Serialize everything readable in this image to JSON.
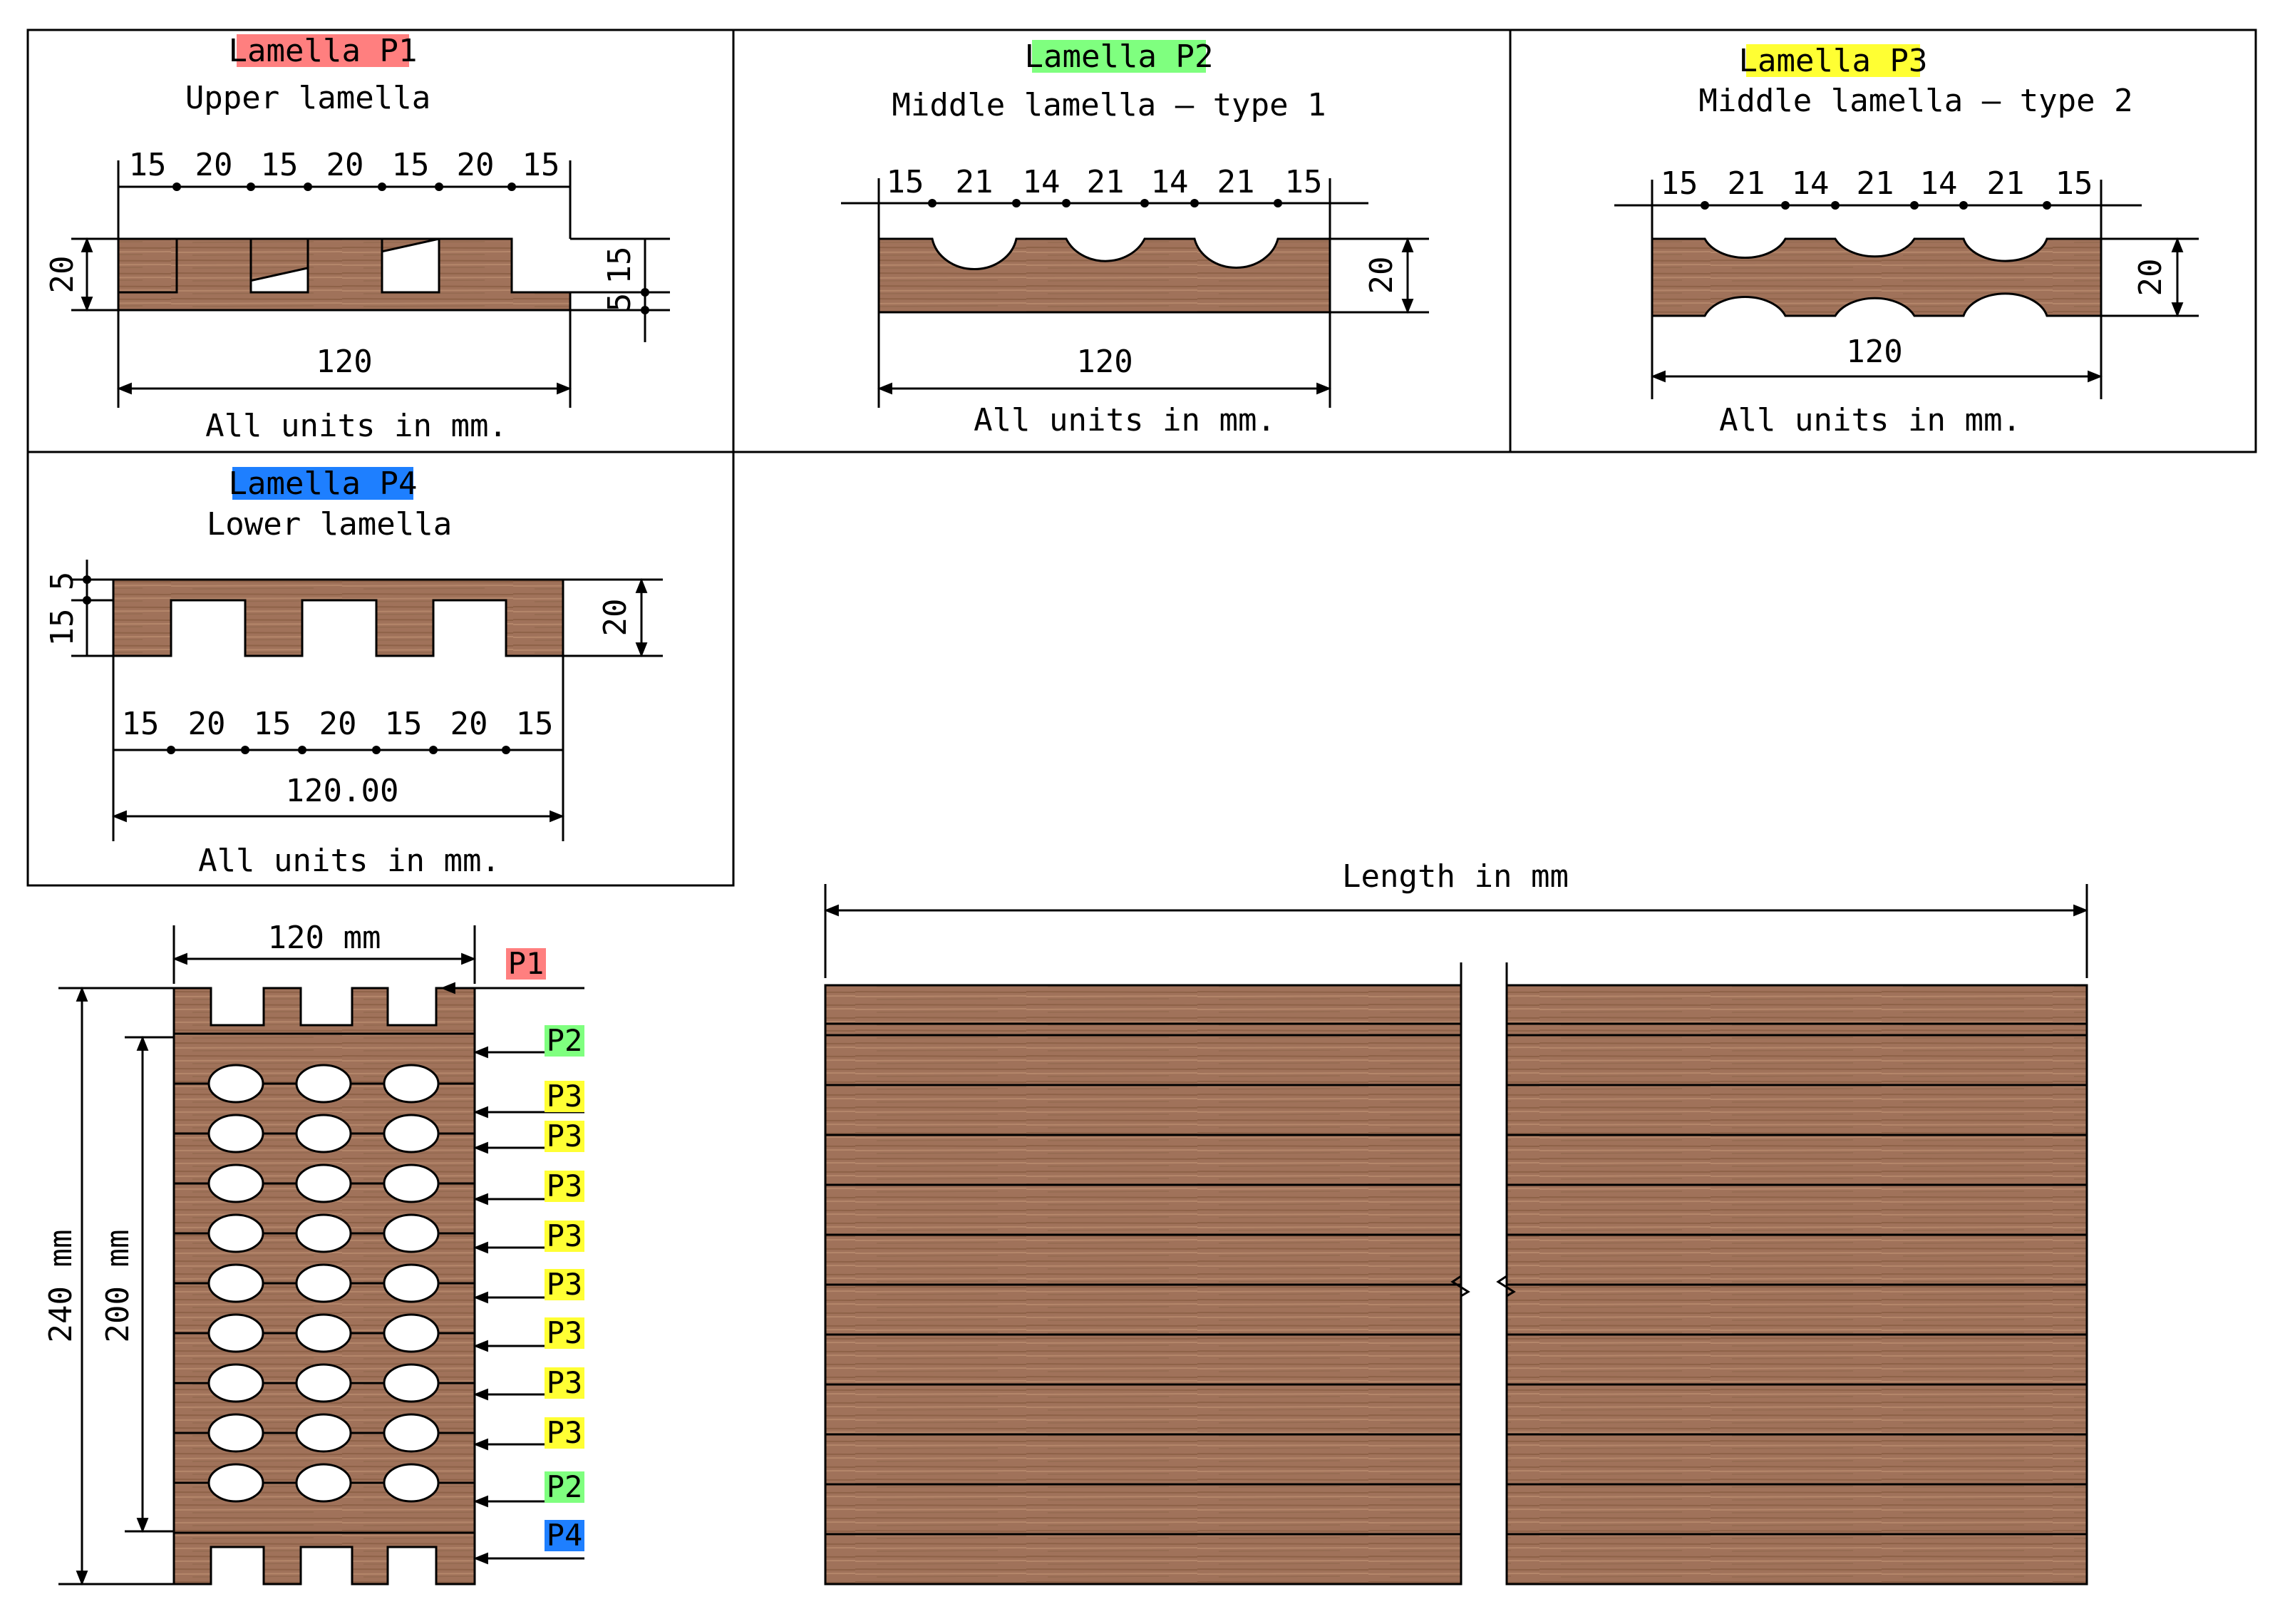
{
  "colors": {
    "p1": "#ff7f7f",
    "p2": "#7fff7f",
    "p3": "#ffff33",
    "p4": "#1e7fff",
    "wood": "#a0725a",
    "wood_light": "#b88a6e",
    "line": "#000000"
  },
  "panel_p1": {
    "tag": "Lamella P1",
    "subtitle": "Upper lamella",
    "top_dims": [
      "15",
      "20",
      "15",
      "20",
      "15",
      "20",
      "15"
    ],
    "width": "120",
    "left_height": "20",
    "right_dims": [
      "15",
      "5"
    ],
    "units": "All units in mm."
  },
  "panel_p2": {
    "tag": "Lamella P2",
    "subtitle": "Middle lamella – type 1",
    "top_dims": [
      "15",
      "21",
      "14",
      "21",
      "14",
      "21",
      "15"
    ],
    "width": "120",
    "right_height": "20",
    "units": "All units in mm."
  },
  "panel_p3": {
    "tag": "Lamella P3",
    "subtitle": "Middle lamella – type 2",
    "top_dims": [
      "15",
      "21",
      "14",
      "21",
      "14",
      "21",
      "15"
    ],
    "width": "120",
    "right_height": "20",
    "units": "All units in mm."
  },
  "panel_p4": {
    "tag": "Lamella P4",
    "subtitle": "Lower lamella",
    "bottom_dims": [
      "15",
      "20",
      "15",
      "20",
      "15",
      "20",
      "15"
    ],
    "width": "120.00",
    "left_dims": [
      "5",
      "15"
    ],
    "right_height": "20",
    "units": "All units in mm."
  },
  "cross_section": {
    "width": "120 mm",
    "height_total": "240 mm",
    "height_inner": "200 mm",
    "layer_tags": [
      "P1",
      "P2",
      "P3",
      "P3",
      "P3",
      "P3",
      "P3",
      "P3",
      "P3",
      "P3",
      "P2",
      "P4"
    ]
  },
  "longitudinal": {
    "length_label": "Length in mm"
  }
}
